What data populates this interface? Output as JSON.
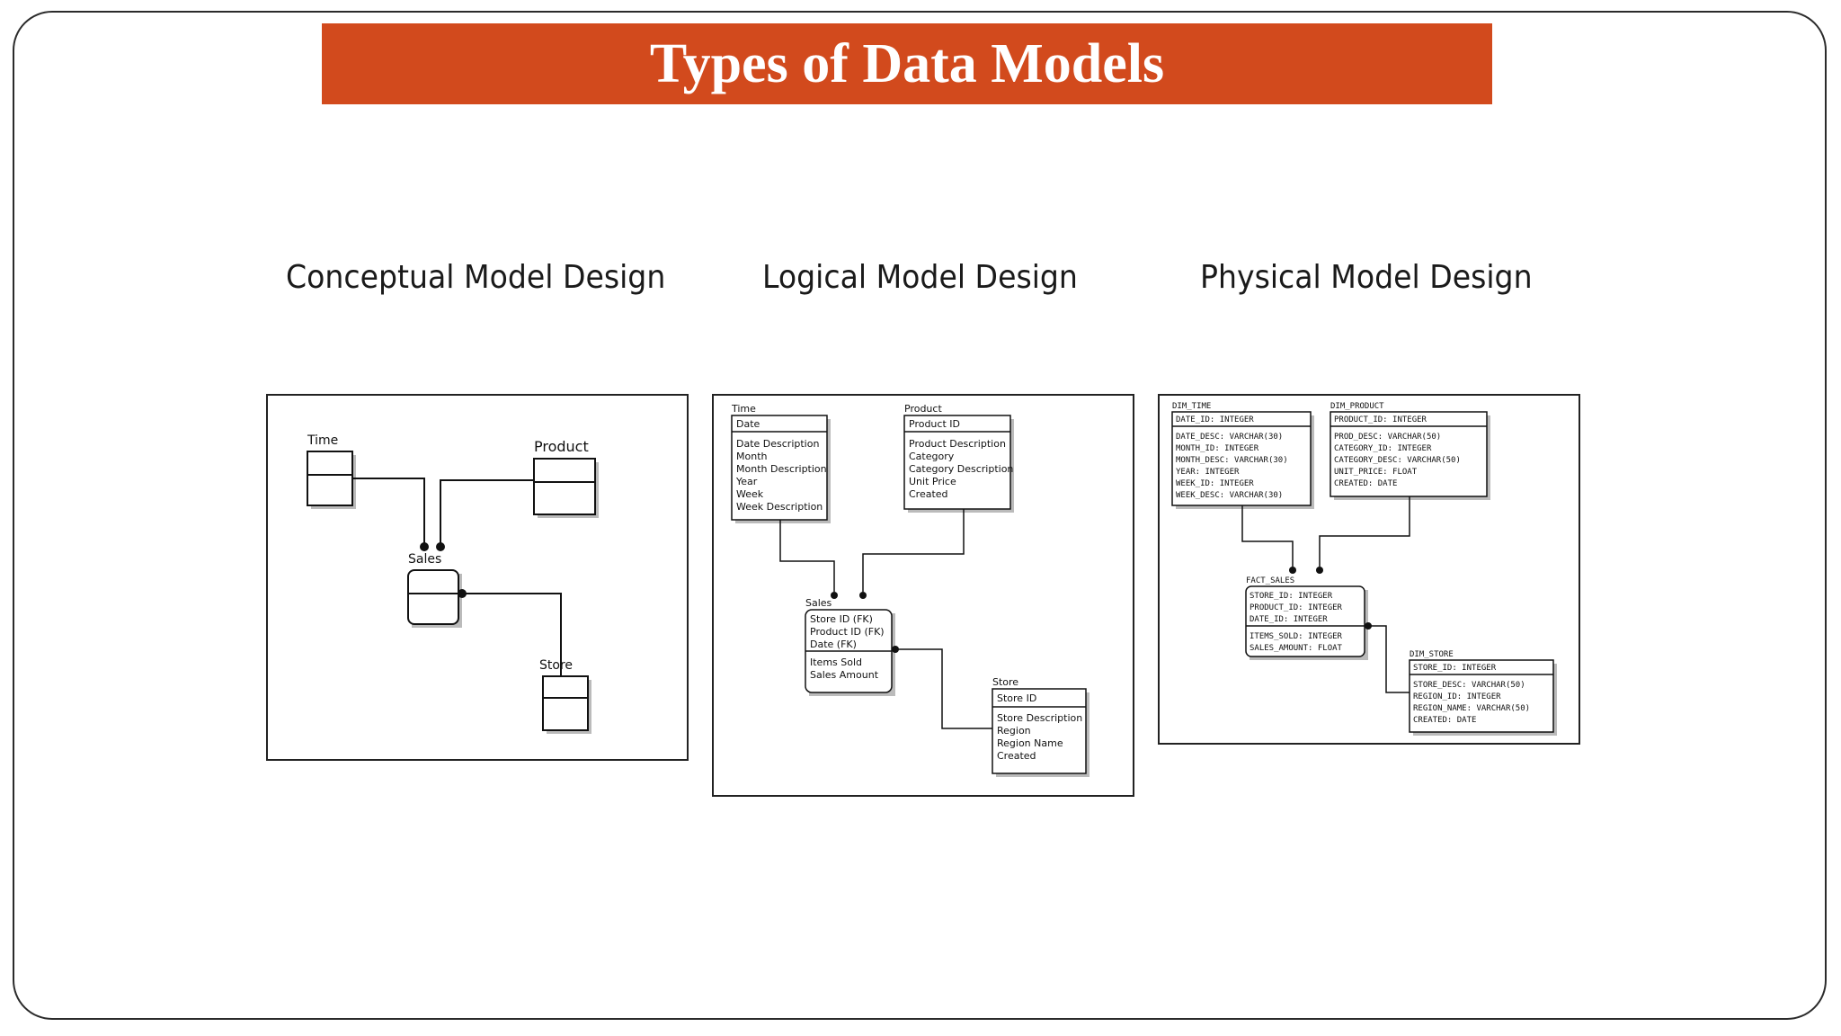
{
  "slide": {
    "title": "Types of Data Models"
  },
  "columns": [
    {
      "heading": "Conceptual Model Design"
    },
    {
      "heading": "Logical Model Design"
    },
    {
      "heading": "Physical Model Design"
    }
  ],
  "conceptual": {
    "entities": {
      "time": "Time",
      "product": "Product",
      "sales": "Sales",
      "store": "Store"
    }
  },
  "logical": {
    "time": {
      "name": "Time",
      "key": "Date",
      "attrs": [
        "Date Description",
        "Month",
        "Month Description",
        "Year",
        "Week",
        "Week Description"
      ]
    },
    "product": {
      "name": "Product",
      "key": "Product ID",
      "attrs": [
        "Product Description",
        "Category",
        "Category Description",
        "Unit Price",
        "Created"
      ]
    },
    "sales": {
      "name": "Sales",
      "keys": [
        "Store ID (FK)",
        "Product ID (FK)",
        "Date (FK)"
      ],
      "attrs": [
        "Items Sold",
        "Sales Amount"
      ]
    },
    "store": {
      "name": "Store",
      "key": "Store ID",
      "attrs": [
        "Store Description",
        "Region",
        "Region Name",
        "Created"
      ]
    }
  },
  "physical": {
    "dim_time": {
      "name": "DIM_TIME",
      "key": "DATE_ID: INTEGER",
      "attrs": [
        "DATE_DESC: VARCHAR(30)",
        "MONTH_ID: INTEGER",
        "MONTH_DESC: VARCHAR(30)",
        "YEAR: INTEGER",
        "WEEK_ID: INTEGER",
        "WEEK_DESC: VARCHAR(30)"
      ]
    },
    "dim_product": {
      "name": "DIM_PRODUCT",
      "key": "PRODUCT_ID: INTEGER",
      "attrs": [
        "PROD_DESC: VARCHAR(50)",
        "CATEGORY_ID: INTEGER",
        "CATEGORY_DESC: VARCHAR(50)",
        "UNIT_PRICE: FLOAT",
        "CREATED: DATE"
      ]
    },
    "fact_sales": {
      "name": "FACT_SALES",
      "keys": [
        "STORE_ID: INTEGER",
        "PRODUCT_ID: INTEGER",
        "DATE_ID: INTEGER"
      ],
      "attrs": [
        "ITEMS_SOLD: INTEGER",
        "SALES_AMOUNT: FLOAT"
      ]
    },
    "dim_store": {
      "name": "DIM_STORE",
      "key": "STORE_ID: INTEGER",
      "attrs": [
        "STORE_DESC: VARCHAR(50)",
        "REGION_ID: INTEGER",
        "REGION_NAME: VARCHAR(50)",
        "CREATED: DATE"
      ]
    }
  }
}
